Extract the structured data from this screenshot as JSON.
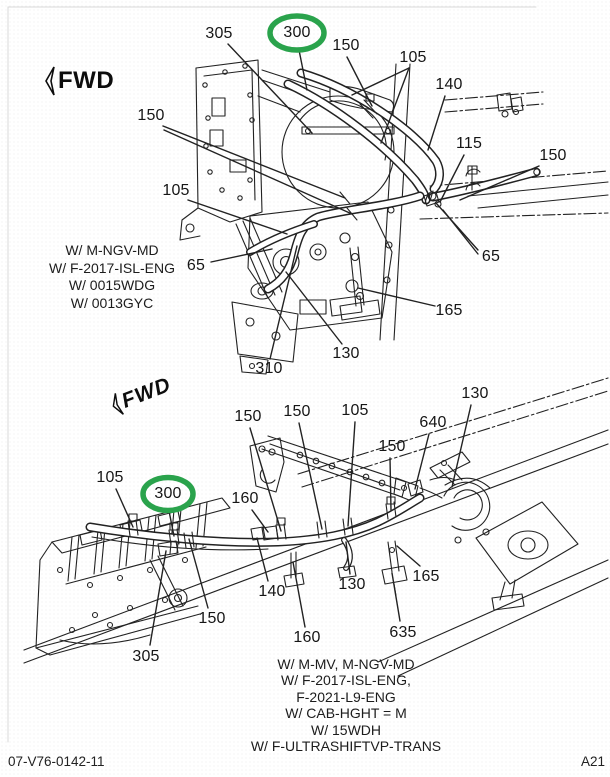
{
  "page": {
    "footer_left": "07-V76-0142-11",
    "footer_right": "A21"
  },
  "colors": {
    "highlight_green": "#2aa34c",
    "line_color": "#222222"
  },
  "view_top": {
    "fwd_label": "FWD",
    "notes": [
      "W/ M-NGV-MD",
      "W/ F-2017-ISL-ENG",
      "W/ 0015WDG",
      "W/ 0013GYC"
    ],
    "callouts": [
      {
        "label": "305",
        "circled": false
      },
      {
        "label": "300",
        "circled": true
      },
      {
        "label": "150",
        "circled": false
      },
      {
        "label": "105",
        "circled": false
      },
      {
        "label": "140",
        "circled": false
      },
      {
        "label": "115",
        "circled": false
      },
      {
        "label": "150",
        "circled": false
      },
      {
        "label": "150",
        "circled": false
      },
      {
        "label": "105",
        "circled": false
      },
      {
        "label": "65",
        "circled": false
      },
      {
        "label": "65",
        "circled": false
      },
      {
        "label": "165",
        "circled": false
      },
      {
        "label": "130",
        "circled": false
      },
      {
        "label": "310",
        "circled": false
      }
    ]
  },
  "view_bottom": {
    "fwd_label": "FWD",
    "notes": [
      "W/ M-MV, M-NGV-MD",
      "W/ F-2017-ISL-ENG,",
      "F-2021-L9-ENG",
      "W/ CAB-HGHT = M",
      "W/ 15WDH",
      "W/ F-ULTRASHIFTVP-TRANS"
    ],
    "callouts": [
      {
        "label": "105",
        "circled": false
      },
      {
        "label": "300",
        "circled": true
      },
      {
        "label": "150",
        "circled": false
      },
      {
        "label": "150",
        "circled": false
      },
      {
        "label": "105",
        "circled": false
      },
      {
        "label": "150",
        "circled": false
      },
      {
        "label": "640",
        "circled": false
      },
      {
        "label": "130",
        "circled": false
      },
      {
        "label": "160",
        "circled": false
      },
      {
        "label": "140",
        "circled": false
      },
      {
        "label": "150",
        "circled": false
      },
      {
        "label": "305",
        "circled": false
      },
      {
        "label": "160",
        "circled": false
      },
      {
        "label": "635",
        "circled": false
      },
      {
        "label": "130",
        "circled": false
      },
      {
        "label": "165",
        "circled": false
      }
    ]
  }
}
